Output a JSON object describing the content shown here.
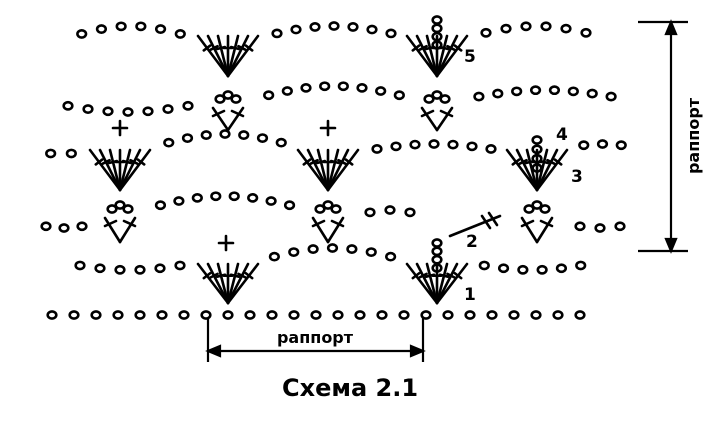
{
  "diagram": {
    "title": "Схема 2.1",
    "repeat_horizontal_label": "раппорт",
    "repeat_vertical_label": "раппорт",
    "row_numbers": [
      "1",
      "2",
      "3",
      "4",
      "5"
    ],
    "ink_color": "#000000",
    "background_color": "#ffffff"
  }
}
